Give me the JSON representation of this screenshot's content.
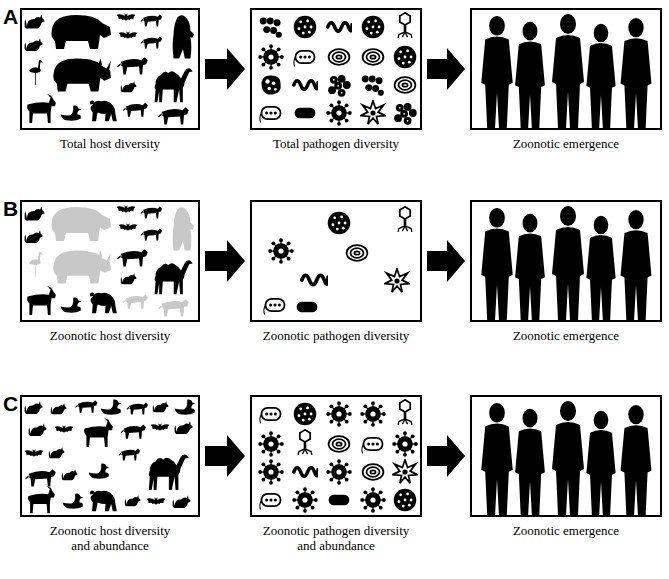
{
  "diagram": {
    "nodes": [
      {
        "text": [
          "Total host diversity"
        ]
      },
      {
        "text": [
          "Total pathogen diversity"
        ]
      },
      {
        "text": [
          "Zoonotic emergence"
        ]
      },
      {
        "text": [
          "Zoonotic host diversity"
        ]
      },
      {
        "text": [
          "Zoonotic pathogen diversity"
        ]
      },
      {
        "text": [
          "Zoonotic emergence"
        ]
      },
      {
        "text": [
          "Zoonotic host diversity and abundance"
        ]
      },
      {
        "text": [
          "Zoonotic pathogen diversity and abundance"
        ]
      },
      {
        "text": [
          "Zoonotic emergence"
        ]
      }
    ],
    "edges": [
      {
        "from": 0,
        "to": 1,
        "arrow": "to"
      },
      {
        "from": 1,
        "to": 2,
        "arrow": "to"
      },
      {
        "from": 3,
        "to": 4,
        "arrow": "to"
      },
      {
        "from": 4,
        "to": 5,
        "arrow": "to"
      },
      {
        "from": 6,
        "to": 7,
        "arrow": "to"
      },
      {
        "from": 7,
        "to": 8,
        "arrow": "to"
      }
    ],
    "labels": [
      "A",
      "B",
      "C"
    ]
  }
}
